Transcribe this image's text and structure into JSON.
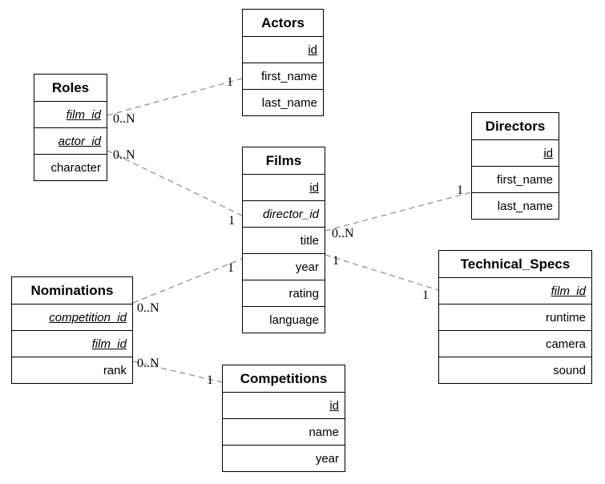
{
  "colors": {
    "background": "#ffffff",
    "table_background": "#ffffff",
    "table_border": "#000000",
    "text": "#000000",
    "relationship_line": "#949494"
  },
  "tables": {
    "actors": {
      "name": "Actors",
      "columns": [
        {
          "label": "id",
          "key": "primary"
        },
        {
          "label": "first_name",
          "key": "none"
        },
        {
          "label": "last_name",
          "key": "none"
        }
      ]
    },
    "roles": {
      "name": "Roles",
      "columns": [
        {
          "label": "film_id",
          "key": "primary-foreign"
        },
        {
          "label": "actor_id",
          "key": "primary-foreign"
        },
        {
          "label": "character",
          "key": "none"
        }
      ]
    },
    "films": {
      "name": "Films",
      "columns": [
        {
          "label": "id",
          "key": "primary"
        },
        {
          "label": "director_id",
          "key": "foreign"
        },
        {
          "label": "title",
          "key": "none"
        },
        {
          "label": "year",
          "key": "none"
        },
        {
          "label": "rating",
          "key": "none"
        },
        {
          "label": "language",
          "key": "none"
        }
      ]
    },
    "directors": {
      "name": "Directors",
      "columns": [
        {
          "label": "id",
          "key": "primary"
        },
        {
          "label": "first_name",
          "key": "none"
        },
        {
          "label": "last_name",
          "key": "none"
        }
      ]
    },
    "nominations": {
      "name": "Nominations",
      "columns": [
        {
          "label": "competition_id",
          "key": "primary-foreign"
        },
        {
          "label": "film_id",
          "key": "primary-foreign"
        },
        {
          "label": "rank",
          "key": "none"
        }
      ]
    },
    "technical_specs": {
      "name": "Technical_Specs",
      "columns": [
        {
          "label": "film_id",
          "key": "primary-foreign"
        },
        {
          "label": "runtime",
          "key": "none"
        },
        {
          "label": "camera",
          "key": "none"
        },
        {
          "label": "sound",
          "key": "none"
        }
      ]
    },
    "competitions": {
      "name": "Competitions",
      "columns": [
        {
          "label": "id",
          "key": "primary"
        },
        {
          "label": "name",
          "key": "none"
        },
        {
          "label": "year",
          "key": "none"
        }
      ]
    }
  },
  "relationships": {
    "roles_actors": {
      "roles_end": "0..N",
      "actors_end": "1"
    },
    "roles_films": {
      "roles_end": "0..N",
      "films_end": "1"
    },
    "films_directors": {
      "films_end": "0..N",
      "directors_end": "1"
    },
    "films_technical_specs": {
      "films_end": "1",
      "technical_specs_end": "1"
    },
    "nominations_films": {
      "nominations_end": "0..N",
      "films_end": "1"
    },
    "nominations_competitions": {
      "nominations_end": "0..N",
      "competitions_end": "1"
    }
  }
}
